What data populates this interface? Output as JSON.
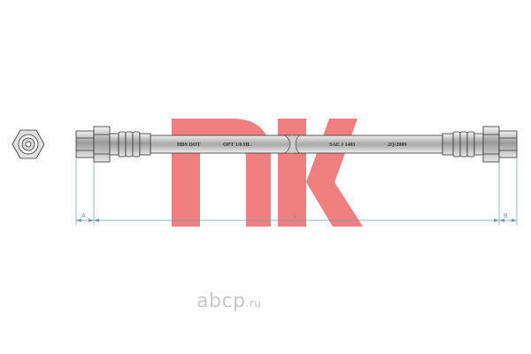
{
  "brand_logo": {
    "text": "nk",
    "color": "#f08080"
  },
  "hose_markings": {
    "left_1": "HBS DOT",
    "left_2": "OPT 1/8 HL",
    "right_1": "SAE J 1401",
    "right_2": "2Q/2009"
  },
  "dimensions": {
    "a_label": "A",
    "l_label": "L",
    "b_label": "B"
  },
  "watermark": {
    "main": "abcp",
    "tld": ".ru"
  },
  "colors": {
    "outline": "#333333",
    "dimension": "#6a9ab0",
    "watermark": "#c8c8c8"
  }
}
